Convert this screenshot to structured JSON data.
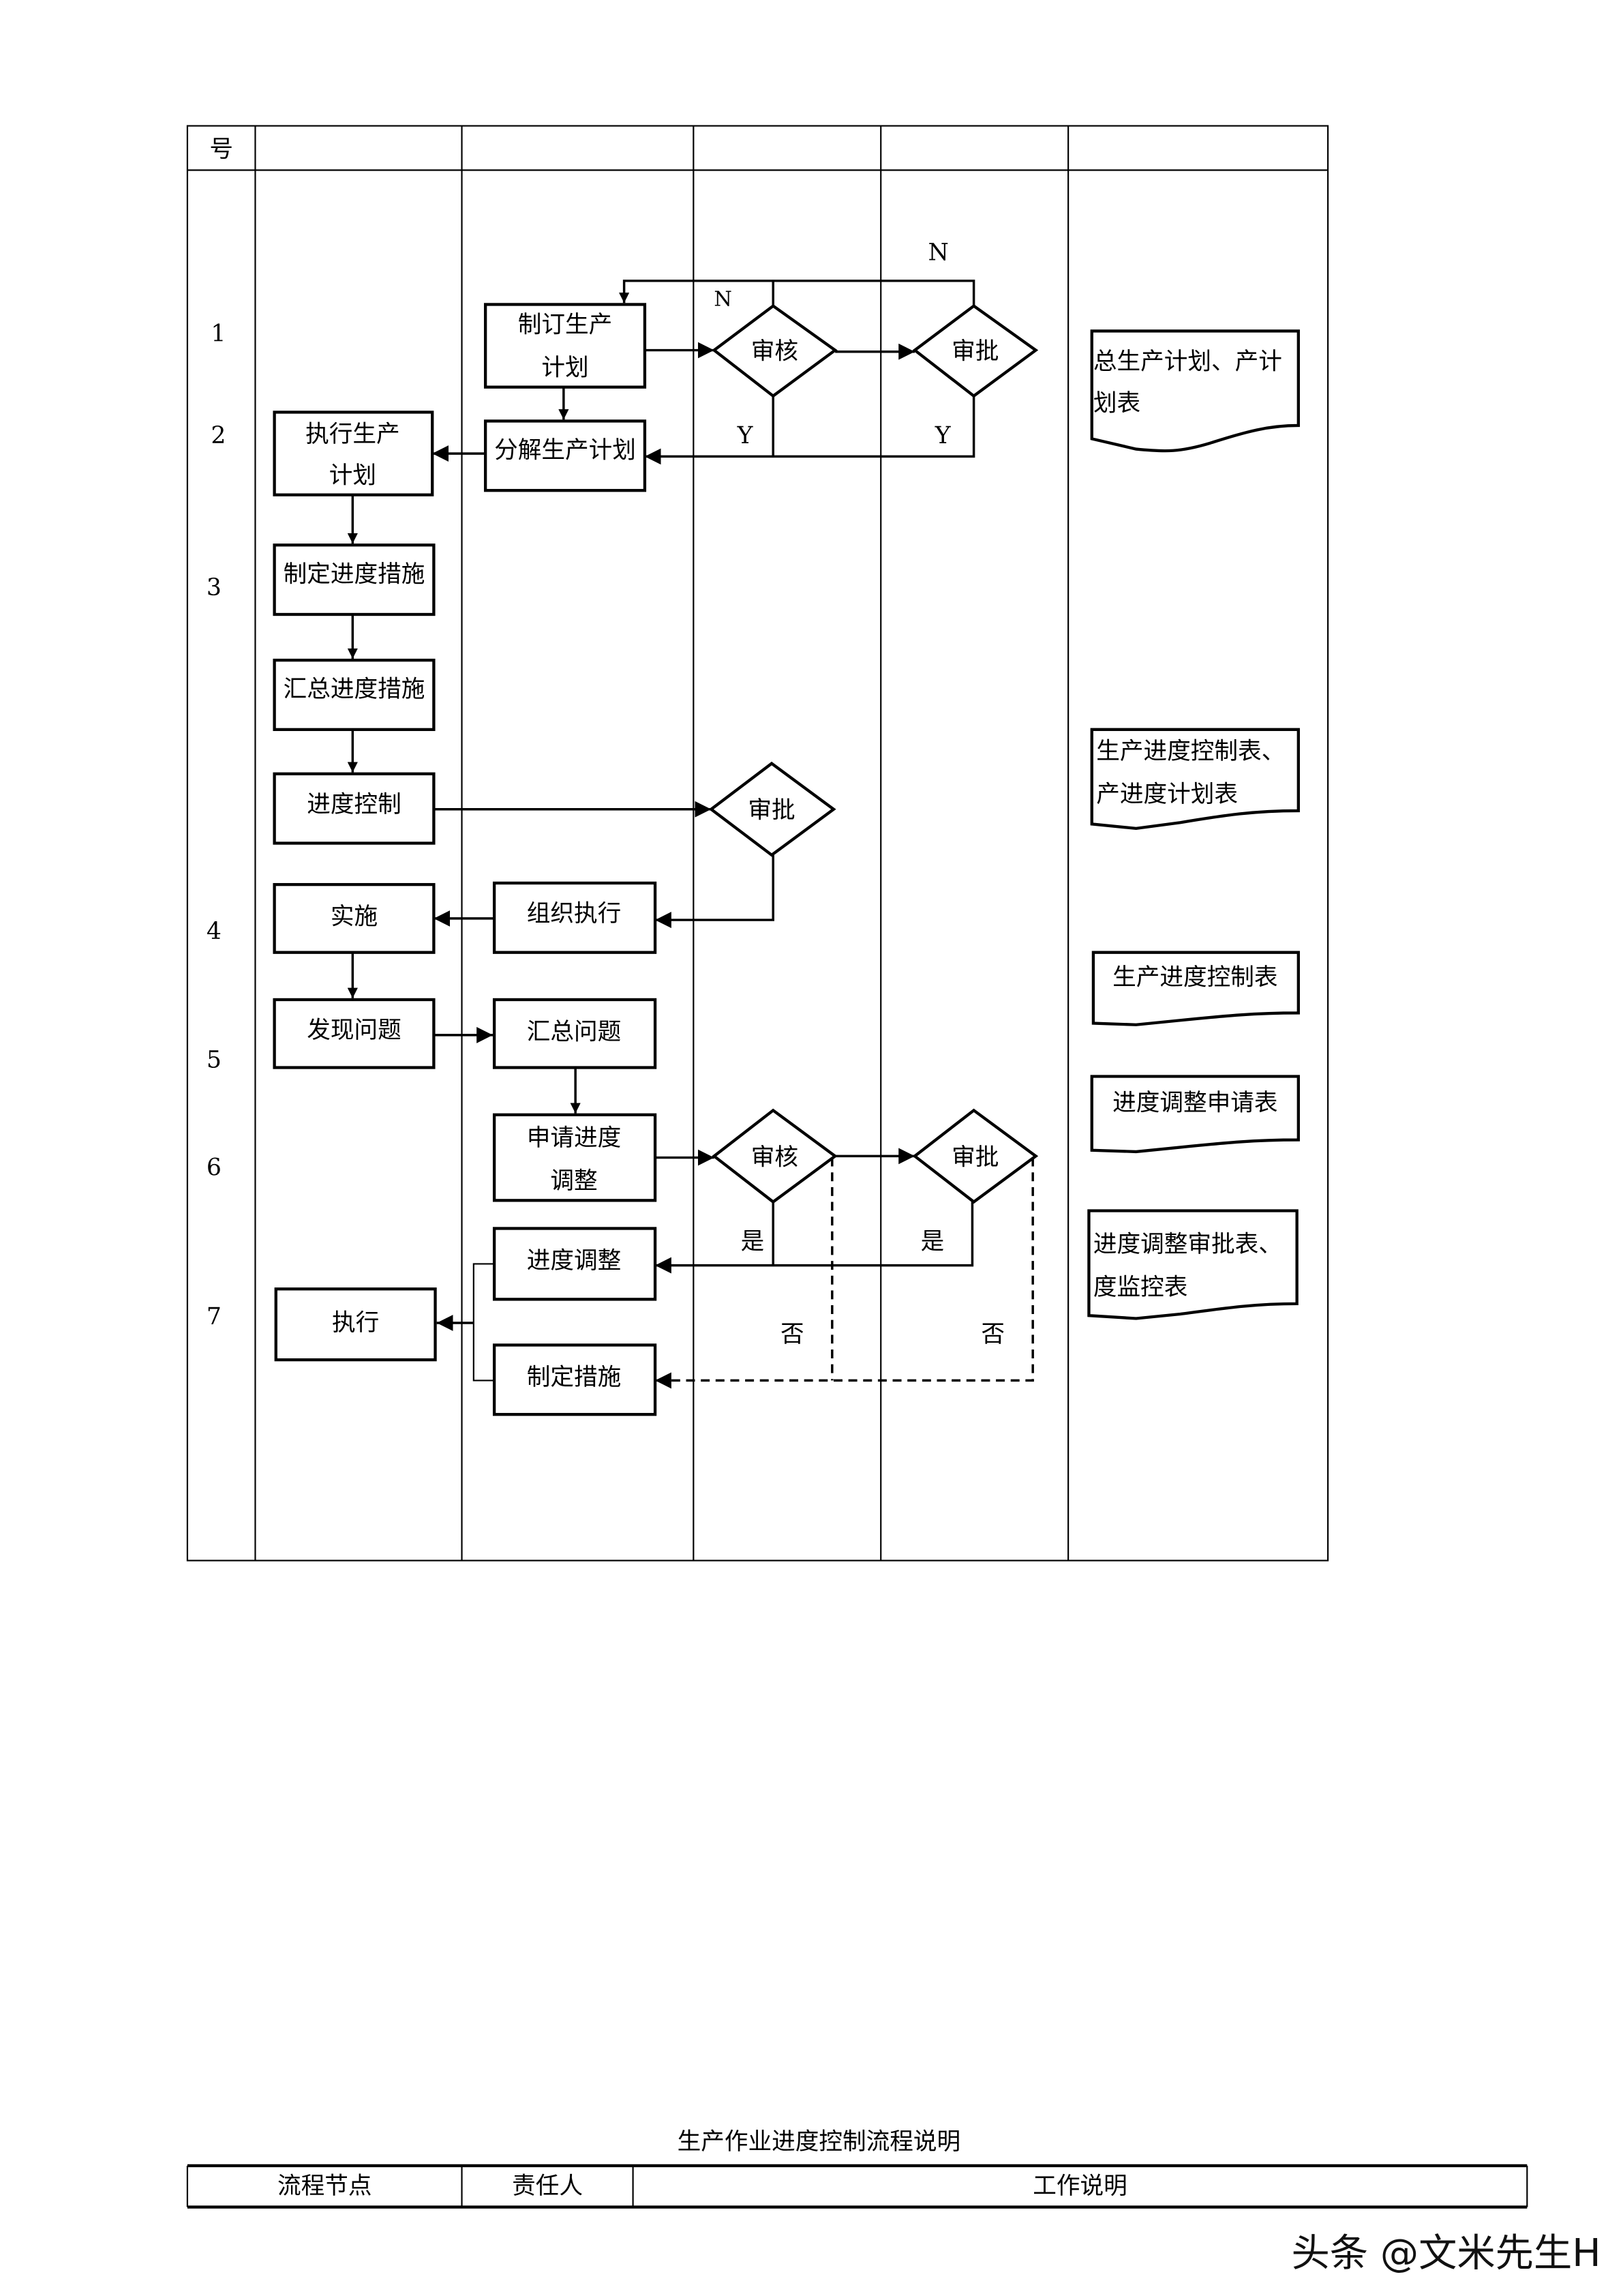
{
  "flowchart": {
    "header": {
      "number_col": "号",
      "lanes": [
        "",
        "",
        "",
        "",
        ""
      ]
    },
    "row_numbers": [
      "1",
      "2",
      "3",
      "4",
      "5",
      "6",
      "7"
    ],
    "process_boxes": {
      "make_plan": [
        "制订生产",
        "计划"
      ],
      "split_plan": [
        "分解生产计划"
      ],
      "execute_plan": [
        "执行生产",
        "计划"
      ],
      "set_measures": [
        "制定进度措施"
      ],
      "sum_measures": [
        "汇总进度措施"
      ],
      "progress_control": [
        "进度控制"
      ],
      "implement": [
        "实施"
      ],
      "organize": [
        "组织执行"
      ],
      "find_issue": [
        "发现问题"
      ],
      "sum_issue": [
        "汇总问题"
      ],
      "apply_adjust": [
        "申请进度",
        "调整"
      ],
      "adjust": [
        "进度调整"
      ],
      "execute": [
        "执行"
      ],
      "make_measures": [
        "制定措施"
      ]
    },
    "decisions": {
      "review1": "审核",
      "approve1": "审批",
      "approve2": "审批",
      "review2": "审核",
      "approve3": "审批"
    },
    "branch_labels": {
      "n1": "N",
      "n2": "N",
      "y1": "Y",
      "y2": "Y",
      "yes1": "是",
      "yes2": "是",
      "no1": "否",
      "no2": "否"
    },
    "documents": [
      [
        "总生产计划、产计",
        "划表"
      ],
      [
        "生产进度控制表、",
        "产进度计划表"
      ],
      [
        "生产进度控制表"
      ],
      [
        "进度调整申请表"
      ],
      [
        "进度调整审批表、",
        "度监控表"
      ]
    ]
  },
  "description_section": {
    "title": "生产作业进度控制流程说明",
    "columns": [
      "流程节点",
      "责任人",
      "工作说明"
    ]
  },
  "watermark": "头条 @文米先生H"
}
